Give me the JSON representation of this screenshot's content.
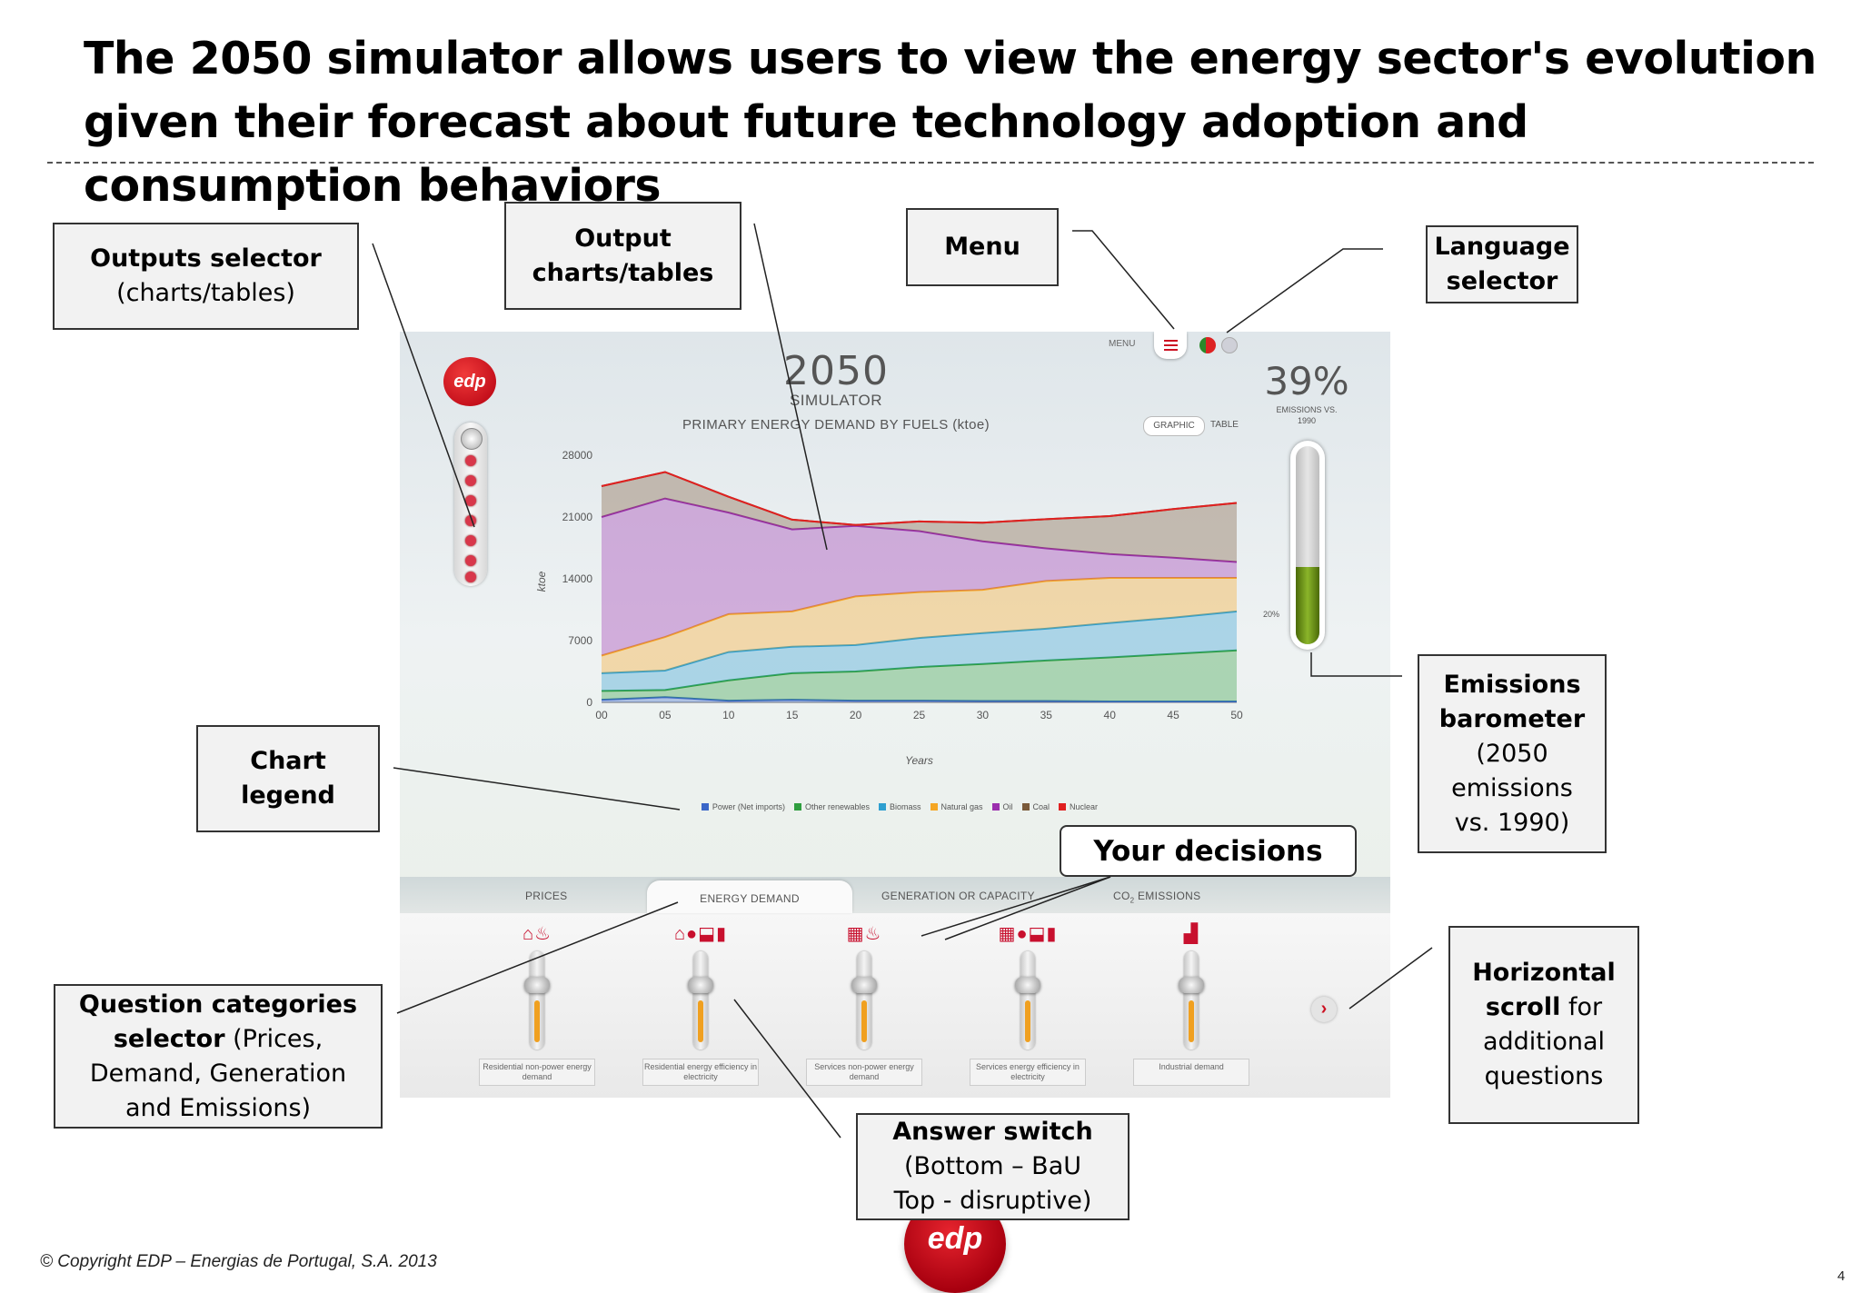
{
  "slide": {
    "title": "The 2050 simulator allows users to view the energy sector's evolution given their forecast about future technology adoption and consumption behaviors",
    "copyright": "© Copyright EDP – Energias de Portugal, S.A. 2013",
    "page_number": "4"
  },
  "callouts": {
    "outputs_selector": {
      "bold": "Outputs selector",
      "rest": "(charts/tables)"
    },
    "output_charts": {
      "bold1": "Output",
      "bold2": "charts/tables"
    },
    "menu": {
      "bold": "Menu"
    },
    "language": {
      "bold1": "Language",
      "bold2": "selector"
    },
    "emissions": {
      "bold1": "Emissions",
      "bold2": "barometer",
      "l3": "(2050",
      "l4": "emissions",
      "l5": "vs. 1990)"
    },
    "chart_legend": {
      "bold1": "Chart",
      "bold2": "legend"
    },
    "your_decisions": {
      "bold": "Your decisions"
    },
    "question_categories": {
      "l1": "Question categories",
      "l2_bold": "selector",
      "l2_rest": " (Prices,",
      "l3": "Demand, Generation",
      "l4": "and Emissions)"
    },
    "horizontal_scroll": {
      "bold1": "Horizontal",
      "bold2": "scroll",
      "l2_rest": " for",
      "l3": "additional",
      "l4": "questions"
    },
    "answer_switch": {
      "bold": "Answer switch",
      "l2": "(Bottom – BaU",
      "l3": "Top - disruptive)"
    }
  },
  "simulator": {
    "logo": "edp",
    "title": "2050",
    "subtitle": "SIMULATOR",
    "menu_label": "MENU",
    "chart_title": "PRIMARY ENERGY DEMAND BY FUELS (ktoe)",
    "view_graphic": "GRAPHIC",
    "view_table": "TABLE",
    "emissions_value": "39%",
    "emissions_label_1": "EMISSIONS VS.",
    "emissions_label_2": "1990",
    "emissions_fraction": 0.39,
    "barometer_tick": "20%",
    "tabs": {
      "prices": "PRICES",
      "energy_demand": "ENERGY DEMAND",
      "generation": "GENERATION OR CAPACITY",
      "co2_prefix": "CO",
      "co2_sub": "2",
      "co2_rest": " EMISSIONS"
    },
    "sliders": [
      {
        "icons": "⌂♨",
        "line1": "Residential non-power energy",
        "line2": "demand",
        "level": 0.5
      },
      {
        "icons": "⌂●⬓▮",
        "line1": "Residential energy efficiency in",
        "line2": "electricity",
        "level": 0.5
      },
      {
        "icons": "▦♨",
        "line1": "Services non-power energy",
        "line2": "demand",
        "level": 0.5
      },
      {
        "icons": "▦●⬓▮",
        "line1": "Services energy efficiency in",
        "line2": "electricity",
        "level": 0.5
      },
      {
        "icons": "▟",
        "line1": "Industrial demand",
        "line2": "",
        "level": 0.5
      }
    ],
    "scroll_icon": "chevron-right-icon"
  },
  "chart_data": {
    "type": "area",
    "title": "PRIMARY ENERGY DEMAND BY FUELS (ktoe)",
    "xlabel": "Years",
    "ylabel": "ktoe",
    "x": [
      "00",
      "05",
      "10",
      "15",
      "20",
      "25",
      "30",
      "35",
      "40",
      "45",
      "50"
    ],
    "ylim": [
      0,
      28000
    ],
    "yticks": [
      0,
      7000,
      14000,
      21000,
      28000
    ],
    "stacked": true,
    "series": [
      {
        "name": "Power (Net imports)",
        "color": "#3a66c8",
        "values": [
          300,
          600,
          200,
          300,
          200,
          200,
          150,
          150,
          100,
          100,
          100
        ]
      },
      {
        "name": "Other renewables",
        "color": "#2f9e3f",
        "values": [
          1000,
          800,
          2300,
          3000,
          3300,
          3800,
          4200,
          4600,
          5000,
          5400,
          5800
        ]
      },
      {
        "name": "Biomass",
        "color": "#2e9fd0",
        "values": [
          2000,
          2200,
          3200,
          3000,
          3000,
          3300,
          3500,
          3600,
          3900,
          4100,
          4400
        ]
      },
      {
        "name": "Natural gas",
        "color": "#f5a623",
        "values": [
          2000,
          3800,
          4300,
          4000,
          5500,
          5200,
          4900,
          5400,
          5100,
          4500,
          3800
        ]
      },
      {
        "name": "Oil",
        "color": "#9b2fae",
        "values": [
          15700,
          15700,
          11500,
          9300,
          8000,
          6900,
          5500,
          3700,
          2700,
          2300,
          1800
        ]
      },
      {
        "name": "Coal",
        "color": "#7a5a3a",
        "values": [
          3500,
          3000,
          1800,
          1100,
          100,
          1100,
          2100,
          3300,
          4300,
          5500,
          6700
        ]
      },
      {
        "name": "Nuclear",
        "color": "#e02020",
        "values": [
          0,
          0,
          0,
          0,
          0,
          0,
          0,
          0,
          0,
          0,
          0
        ]
      }
    ]
  }
}
